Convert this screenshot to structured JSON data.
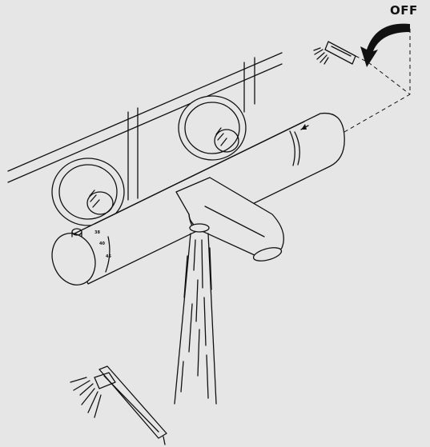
{
  "label": {
    "off": "OFF"
  },
  "dial_marks": [
    "38",
    "40",
    "45"
  ],
  "colors": {
    "background": "#e6e6e6",
    "line": "#111111"
  },
  "icons": [
    "hand-shower-icon",
    "overhead-shower-icon",
    "rotation-arrow-icon"
  ]
}
